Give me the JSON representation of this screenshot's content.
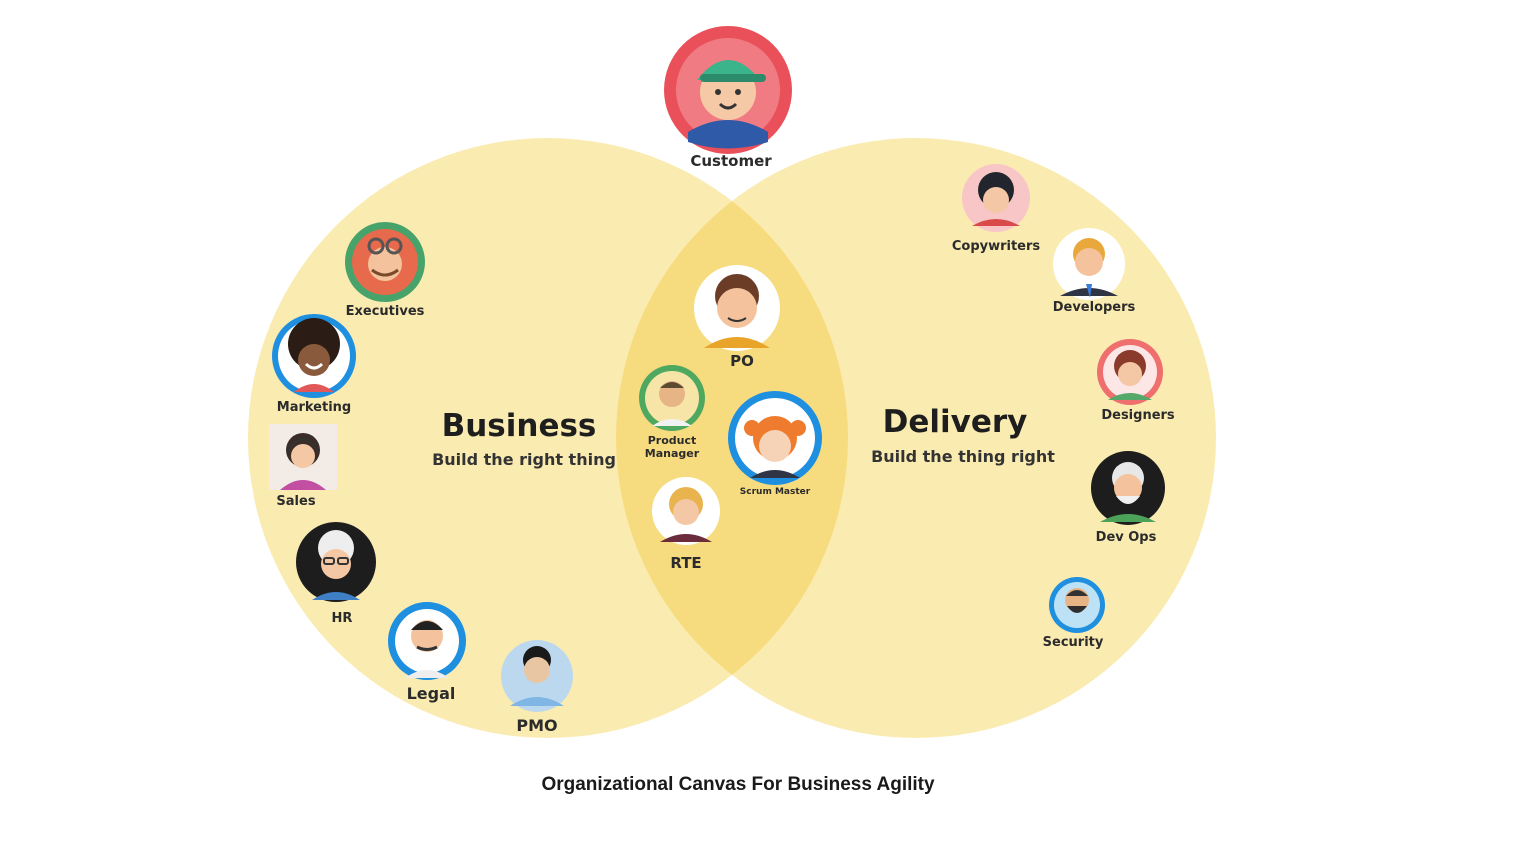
{
  "title": "Organizational Canvas For Business Agility",
  "colors": {
    "circle_fill": "#f8e08e",
    "overlap": "#f6d772",
    "text": "#2b2b2b"
  },
  "circles": {
    "business": {
      "title": "Business",
      "subtitle": "Build the right thing"
    },
    "delivery": {
      "title": "Delivery",
      "subtitle": "Build the thing right"
    }
  },
  "top": {
    "label": "Customer",
    "icon": "customer-avatar-icon"
  },
  "business_roles": [
    "Executives",
    "Marketing",
    "Sales",
    "HR",
    "Legal",
    "PMO"
  ],
  "shared_roles": [
    "PO",
    "Product Manager",
    "Scrum Master",
    "RTE"
  ],
  "delivery_roles": [
    "Copywriters",
    "Developers",
    "Designers",
    "Dev Ops",
    "Security"
  ]
}
